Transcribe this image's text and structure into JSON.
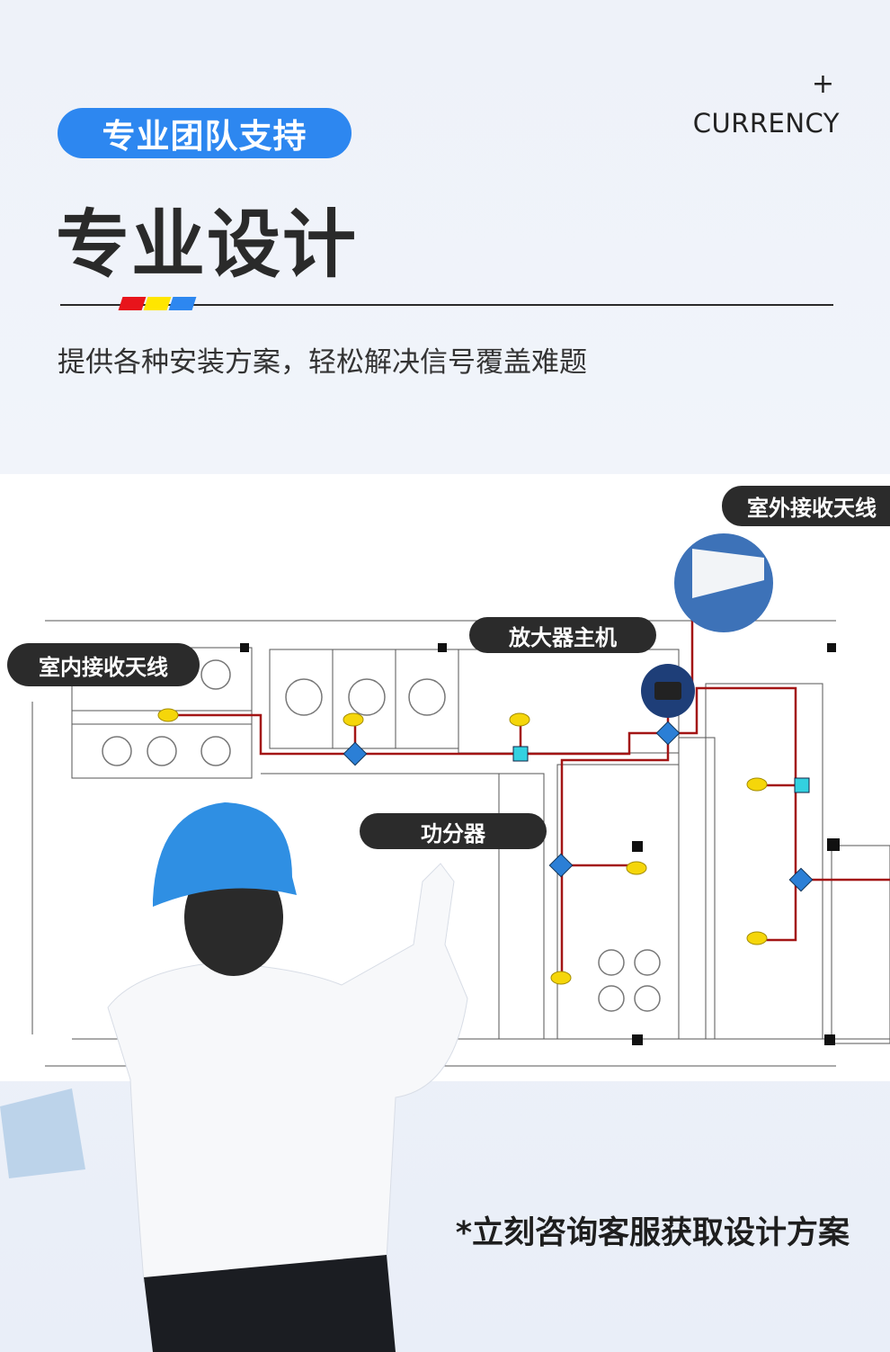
{
  "header": {
    "badge": "专业团队支持",
    "plus": "+",
    "brand": "CURRENCY",
    "title": "专业设计",
    "subtitle": "提供各种安装方案，轻松解决信号覆盖难题",
    "stripe_colors": [
      "#e8141b",
      "#ffe600",
      "#2d87f0"
    ]
  },
  "diagram": {
    "callouts": {
      "outdoor_antenna": "室外接收天线",
      "amplifier": "放大器主机",
      "indoor_antenna": "室内接收天线",
      "splitter": "功分器"
    },
    "colors": {
      "cable": "#a31515",
      "splitter": "#2b7fd6",
      "coupler": "#33d1e0",
      "antenna": "#f5d60a"
    }
  },
  "footer": {
    "cta": "*立刻咨询客服获取设计方案"
  }
}
